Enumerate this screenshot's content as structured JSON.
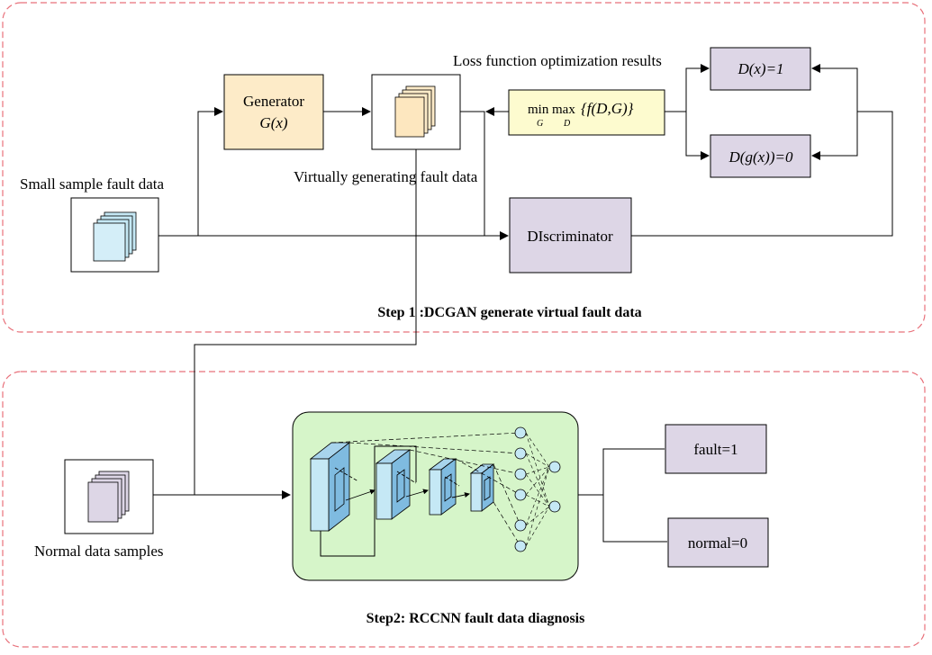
{
  "step1": {
    "caption": "Step 1 :DCGAN  generate virtual fault data",
    "small_sample_label": "Small sample fault data",
    "generator_line1": "Generator",
    "generator_line2": "G(x)",
    "virtual_label": "Virtually generating fault data",
    "loss_label": "Loss function optimization results",
    "minmax_min": "min",
    "minmax_max": "max",
    "minmax_sub_g": "G",
    "minmax_sub_d": "D",
    "minmax_expr": "{f(D,G)}",
    "d_real": "D(x)=1",
    "d_fake": "D(g(x))=0",
    "discriminator": "DIscriminator"
  },
  "step2": {
    "caption": "Step2: RCCNN fault data diagnosis",
    "normal_label": "Normal data samples",
    "fault_out": "fault=1",
    "normal_out": "normal=0"
  },
  "colors": {
    "dash_border": "#e8707a",
    "generator_fill": "#fdebc8",
    "minmax_fill": "#fdfbcf",
    "purple_fill": "#ddd6e6",
    "green_fill": "#d6f5c9",
    "blue_fill": "#c5e8f5"
  }
}
